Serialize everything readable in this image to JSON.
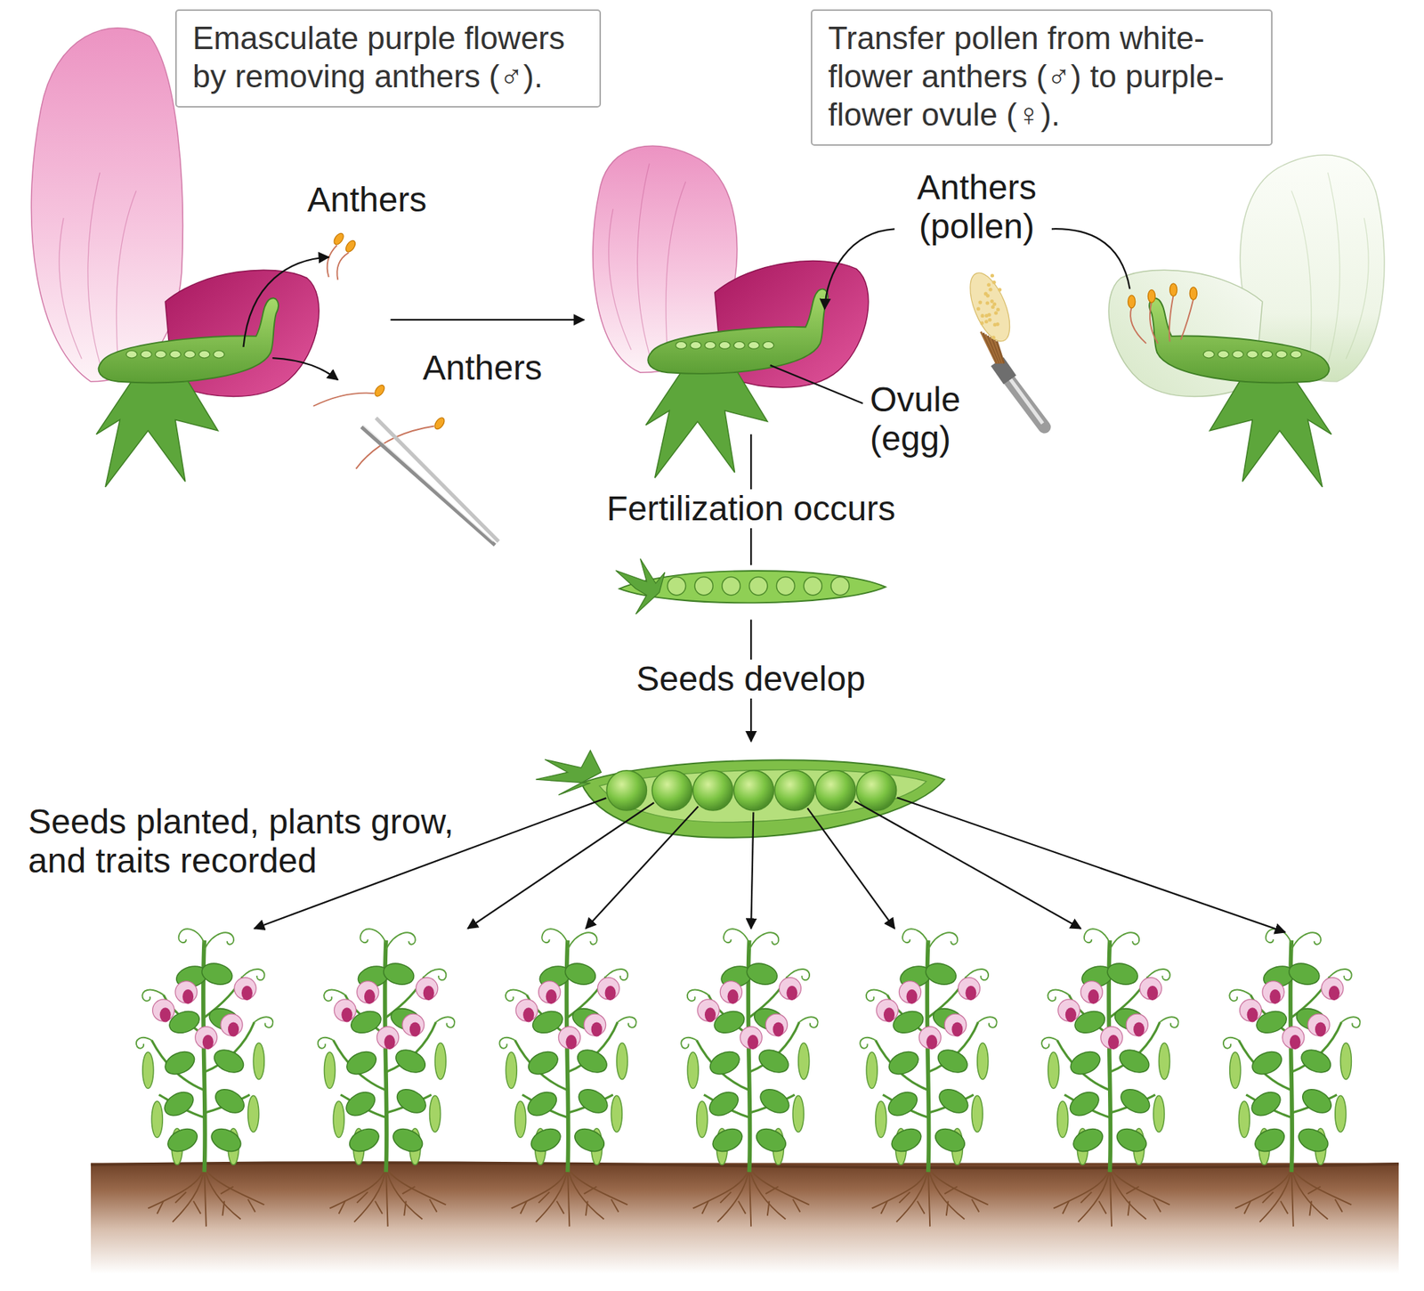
{
  "diagram": {
    "nodes": [
      {
        "text": [
          "Emasculate purple flowers by removing anthers (♂)."
        ]
      },
      {
        "text": [
          "Transfer pollen from white- flower anthers (♂) to purple- flower ovule (♀)."
        ]
      }
    ],
    "labels": [
      "Anthers",
      "Anthers",
      "Anthers (pollen)",
      "Ovule (egg)",
      "Fertilization occurs",
      "Seeds develop",
      "Seeds planted, plants grow, and traits recorded"
    ]
  }
}
